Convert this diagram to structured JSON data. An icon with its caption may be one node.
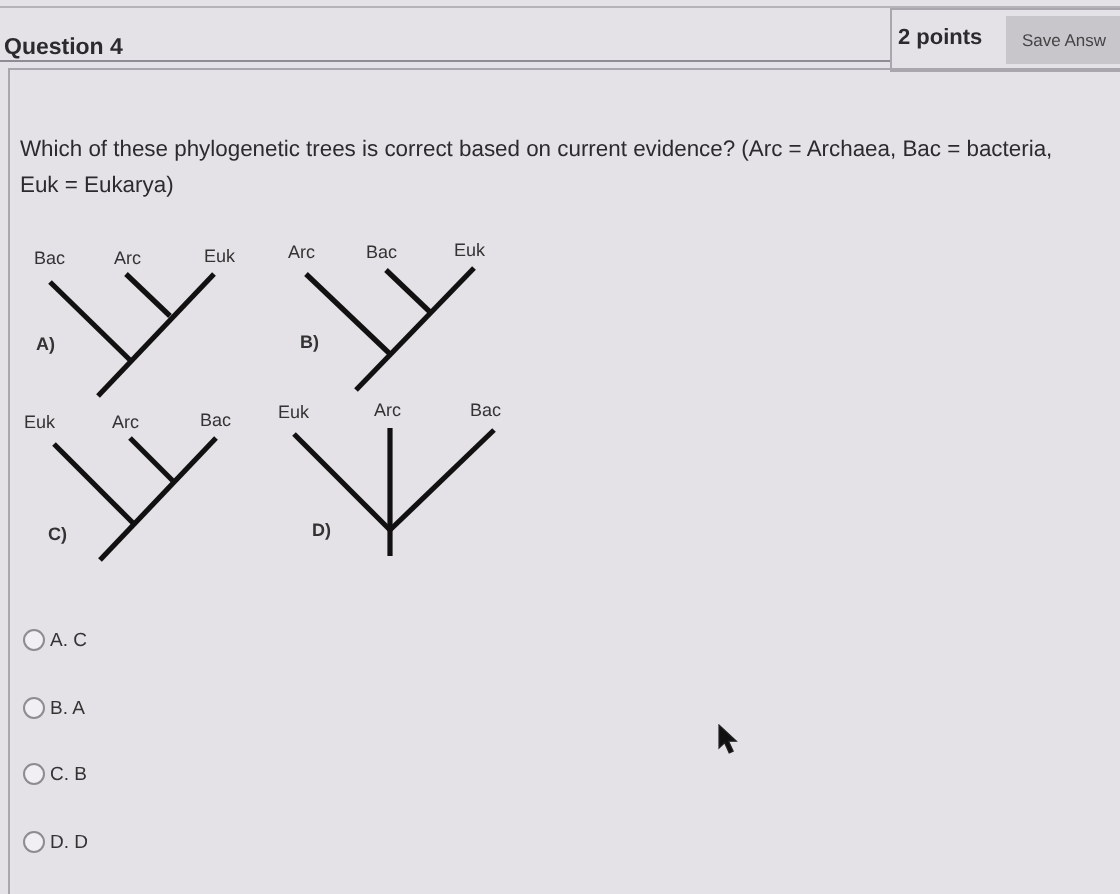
{
  "diagram": {
    "title": "Question 4",
    "labels": [
      "2 points",
      "Save Answ",
      "Which of these phylogenetic trees is correct based on current evidence? (Arc = Archaea, Bac = bacteria, Euk = Eukarya)",
      "Bac",
      "Arc",
      "Euk",
      "Arc",
      "Bac",
      "Euk",
      "A)",
      "B)",
      "Euk",
      "Arc",
      "Bac",
      "Euk",
      "Arc",
      "Bac",
      "C)",
      "D)",
      "A. C",
      "B. A",
      "C. B",
      "D. D"
    ]
  }
}
